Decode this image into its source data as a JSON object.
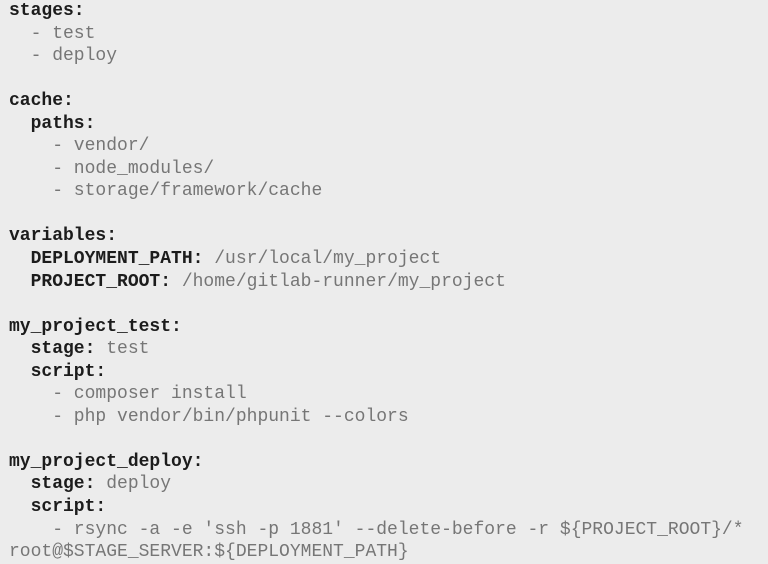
{
  "colors": {
    "background": "#ececec",
    "key_text": "#1c1c1c",
    "value_text": "#767676"
  },
  "code": {
    "language": "yaml",
    "description": "gitlab-ci configuration file",
    "lines": [
      {
        "segments": [
          {
            "t": "stages:",
            "s": "key"
          }
        ]
      },
      {
        "segments": [
          {
            "t": "  - test",
            "s": "val"
          }
        ]
      },
      {
        "segments": [
          {
            "t": "  - deploy",
            "s": "val"
          }
        ]
      },
      {
        "segments": []
      },
      {
        "segments": [
          {
            "t": "cache:",
            "s": "key"
          }
        ]
      },
      {
        "segments": [
          {
            "t": "  paths:",
            "s": "key"
          }
        ]
      },
      {
        "segments": [
          {
            "t": "    - vendor/",
            "s": "val"
          }
        ]
      },
      {
        "segments": [
          {
            "t": "    - node_modules/",
            "s": "val"
          }
        ]
      },
      {
        "segments": [
          {
            "t": "    - storage/framework/cache",
            "s": "val"
          }
        ]
      },
      {
        "segments": []
      },
      {
        "segments": [
          {
            "t": "variables:",
            "s": "key"
          }
        ]
      },
      {
        "segments": [
          {
            "t": "  DEPLOYMENT_PATH:",
            "s": "key"
          },
          {
            "t": " /usr/local/my_project",
            "s": "val"
          }
        ]
      },
      {
        "segments": [
          {
            "t": "  PROJECT_ROOT:",
            "s": "key"
          },
          {
            "t": " /home/gitlab-runner/my_project",
            "s": "val"
          }
        ]
      },
      {
        "segments": []
      },
      {
        "segments": [
          {
            "t": "my_project_test:",
            "s": "key"
          }
        ]
      },
      {
        "segments": [
          {
            "t": "  stage:",
            "s": "key"
          },
          {
            "t": " test",
            "s": "val"
          }
        ]
      },
      {
        "segments": [
          {
            "t": "  script:",
            "s": "key"
          }
        ]
      },
      {
        "segments": [
          {
            "t": "    - composer install",
            "s": "val"
          }
        ]
      },
      {
        "segments": [
          {
            "t": "    - php vendor/bin/phpunit --colors",
            "s": "val"
          }
        ]
      },
      {
        "segments": []
      },
      {
        "segments": [
          {
            "t": "my_project_deploy:",
            "s": "key"
          }
        ]
      },
      {
        "segments": [
          {
            "t": "  stage:",
            "s": "key"
          },
          {
            "t": " deploy",
            "s": "val"
          }
        ]
      },
      {
        "segments": [
          {
            "t": "  script:",
            "s": "key"
          }
        ]
      },
      {
        "segments": [
          {
            "t": "    - rsync -a -e 'ssh -p 1881' --delete-before -r ${PROJECT_ROOT}/*",
            "s": "val"
          }
        ]
      },
      {
        "segments": [
          {
            "t": "root@$STAGE_SERVER:${DEPLOYMENT_PATH}",
            "s": "val"
          }
        ]
      }
    ]
  }
}
